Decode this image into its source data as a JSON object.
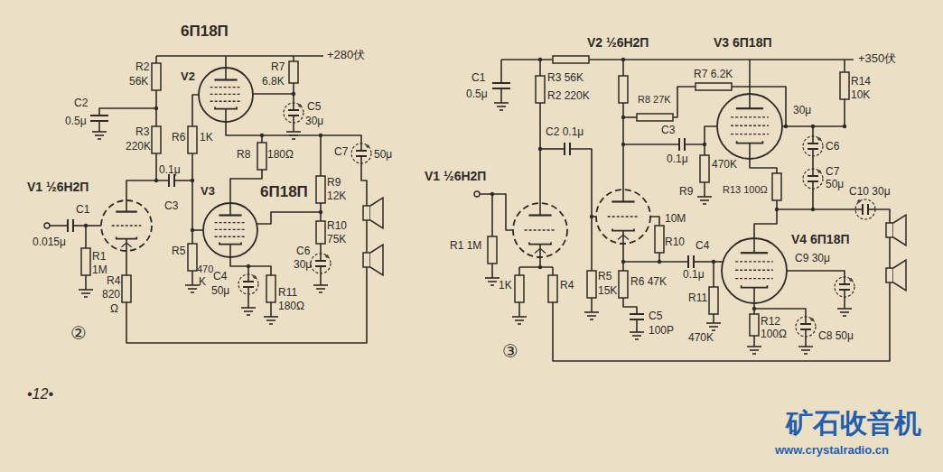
{
  "diagram": {
    "labels": [
      "6П18П",
      "R2",
      "56K",
      "R7",
      "6.8K",
      "+280伏",
      "C2",
      "0.5μ",
      "V2",
      "C5",
      "30μ",
      "R6",
      "1K",
      "R3",
      "220K",
      "0.1μ",
      "R8",
      "180Ω",
      "C7",
      "50μ",
      "V1 ½6Н2П",
      "V3",
      "6П18П",
      "R9",
      "12K",
      "C1",
      "C3",
      "R10",
      "75K",
      "C6",
      "30μ",
      "0.015μ",
      "R1",
      "1M",
      "R5",
      "470",
      "K",
      "C4",
      "50μ",
      "R4",
      "820",
      "Ω",
      "R11",
      "180Ω",
      "②",
      "V2 ½6Н2П",
      "V3 6П18П",
      "R7 6.2K",
      "+350伏",
      "C1",
      "0.5μ",
      "R3 56K",
      "R8 27K",
      "R2 220K",
      "C3",
      "C2 0.1μ",
      "R14",
      "10K",
      "30μ",
      "C6",
      "C10 30μ",
      "0.1μ",
      "470K",
      "R13 100Ω",
      "V1 ½6Н2П",
      "R9",
      "C7",
      "50μ",
      "10M",
      "R1 1M",
      "1K",
      "R4",
      "R10",
      "C4",
      "V4 6П18П",
      "R5",
      "R6 47K",
      "0.1μ",
      "C9 30μ",
      "15K",
      "C5",
      "100P",
      "R11",
      "R12",
      "100Ω",
      "470K",
      "C8 50μ",
      "③",
      "•12•",
      "矿石收音机",
      "www.crystalradio.cn"
    ]
  }
}
